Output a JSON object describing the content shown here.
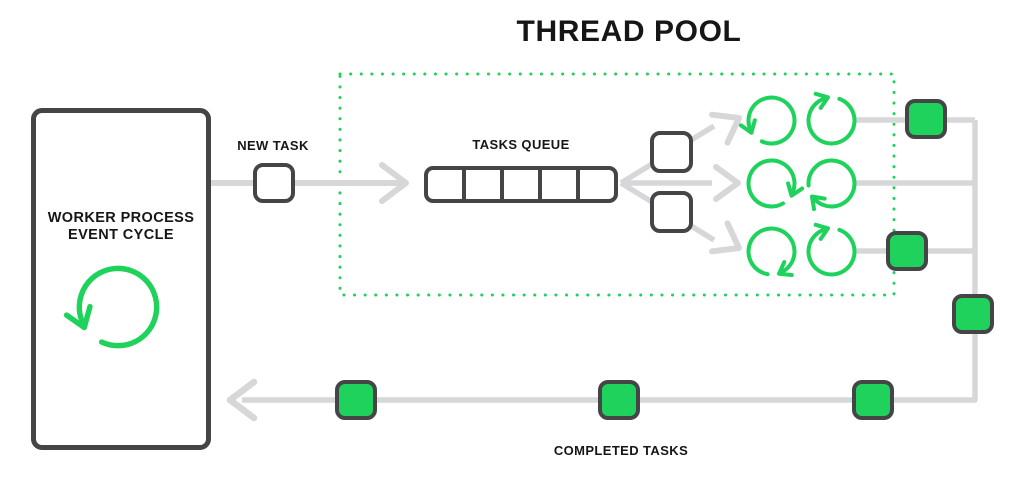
{
  "title": "THREAD POOL",
  "worker_process": {
    "label_line1": "WORKER PROCESS",
    "label_line2": "EVENT CYCLE",
    "icon": "cycle-arrow-icon"
  },
  "flow": {
    "new_task_label": "NEW TASK",
    "tasks_queue_label": "TASKS QUEUE",
    "completed_tasks_label": "COMPLETED TASKS"
  },
  "tasks_queue": {
    "slot_count": 5,
    "filled_slots": 0
  },
  "thread_pool": {
    "thread_rows": 3,
    "threads_per_row": 2,
    "thread_icon": "cycle-arrow-icon",
    "dispatch_square_count": 2,
    "border_style": "dotted"
  },
  "completed_tasks": {
    "square_count": 6
  },
  "colors": {
    "green": "#1ed25c",
    "dark_gray": "#454548",
    "light_gray": "#d7d7d9",
    "background": "#ffffff",
    "text": "#161616"
  }
}
